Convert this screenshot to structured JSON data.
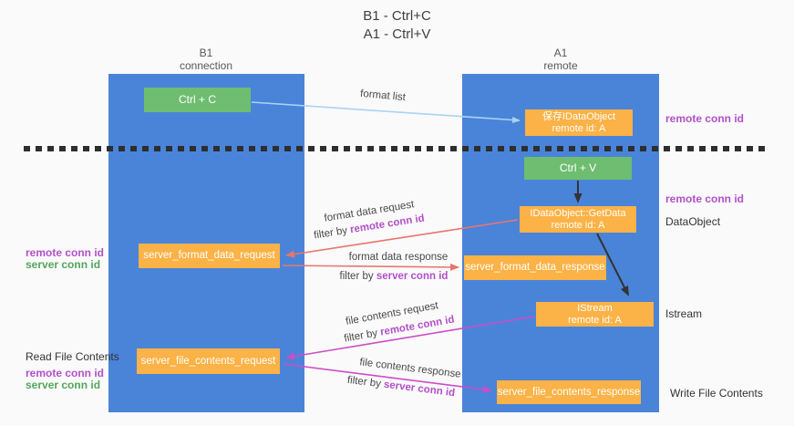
{
  "title": {
    "line1": "B1 - Ctrl+C",
    "line2": "A1 - Ctrl+V"
  },
  "lanes": {
    "left": {
      "title": "B1",
      "subtitle": "connection"
    },
    "right": {
      "title": "A1",
      "subtitle": "remote"
    }
  },
  "boxes": {
    "ctrl_c": {
      "label": "Ctrl + C"
    },
    "save_idataobject": {
      "line1": "保存IDataObject",
      "line2": "remote id: A"
    },
    "ctrl_v": {
      "label": "Ctrl + V"
    },
    "getdata": {
      "line1": "IDataObject::GetData",
      "line2": "remote id: A"
    },
    "server_format_data_request": {
      "label": "server_format_data_request"
    },
    "server_format_data_response": {
      "label": "server_format_data_response"
    },
    "istream": {
      "line1": "IStream",
      "line2": "remote id: A"
    },
    "server_file_contents_request": {
      "label": "server_file_contents_request"
    },
    "server_file_contents_response": {
      "label": "server_file_contents_response"
    }
  },
  "arrow_labels": {
    "format_list": "format list",
    "format_data_request": "format data request",
    "format_data_response": "format data response",
    "file_contents_request": "file contents request",
    "file_contents_response": "file contents response",
    "filter_prefix": "filter by ",
    "remote_conn_id": "remote conn id",
    "server_conn_id": "server conn id"
  },
  "side_labels": {
    "remote_conn_id": "remote conn id",
    "server_conn_id": "server conn id",
    "dataobject": "DataObject",
    "istream": "Istream",
    "read_file_contents": "Read File Contents",
    "write_file_contents": "Write File Contents"
  },
  "colors": {
    "lane_blue": "#4a84d9",
    "box_orange": "#fbb246",
    "box_green": "#6fbd70",
    "arrow_light_blue": "#a9d4f1",
    "arrow_red": "#e8756d",
    "arrow_magenta": "#cc4dc8",
    "arrow_black": "#333333",
    "text_purple": "#b250c8",
    "text_green": "#53a65b",
    "dashed_line": "#2e2e2e"
  }
}
